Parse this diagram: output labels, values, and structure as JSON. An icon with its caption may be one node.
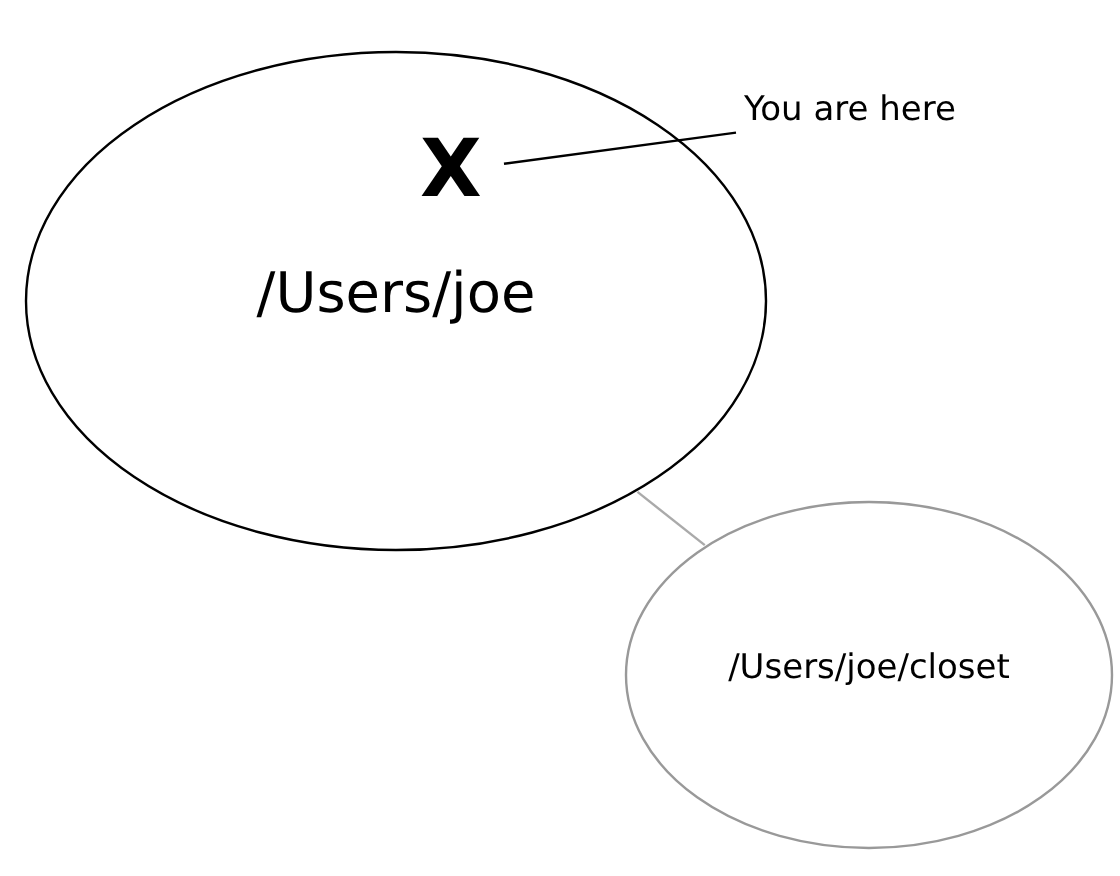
{
  "diagram": {
    "nodes": [
      {
        "text": [
          "/Users/joe"
        ]
      },
      {
        "text": [
          "X"
        ],
        "in": 0
      },
      {
        "text": [
          "You are here"
        ]
      },
      {
        "text": [
          "/Users/joe/closet"
        ]
      }
    ],
    "edges": [
      {
        "from": 2,
        "to": 1,
        "arrow": "none"
      },
      {
        "from": 0,
        "to": 3,
        "arrow": "none",
        "color": "#aaaaaa"
      }
    ]
  }
}
